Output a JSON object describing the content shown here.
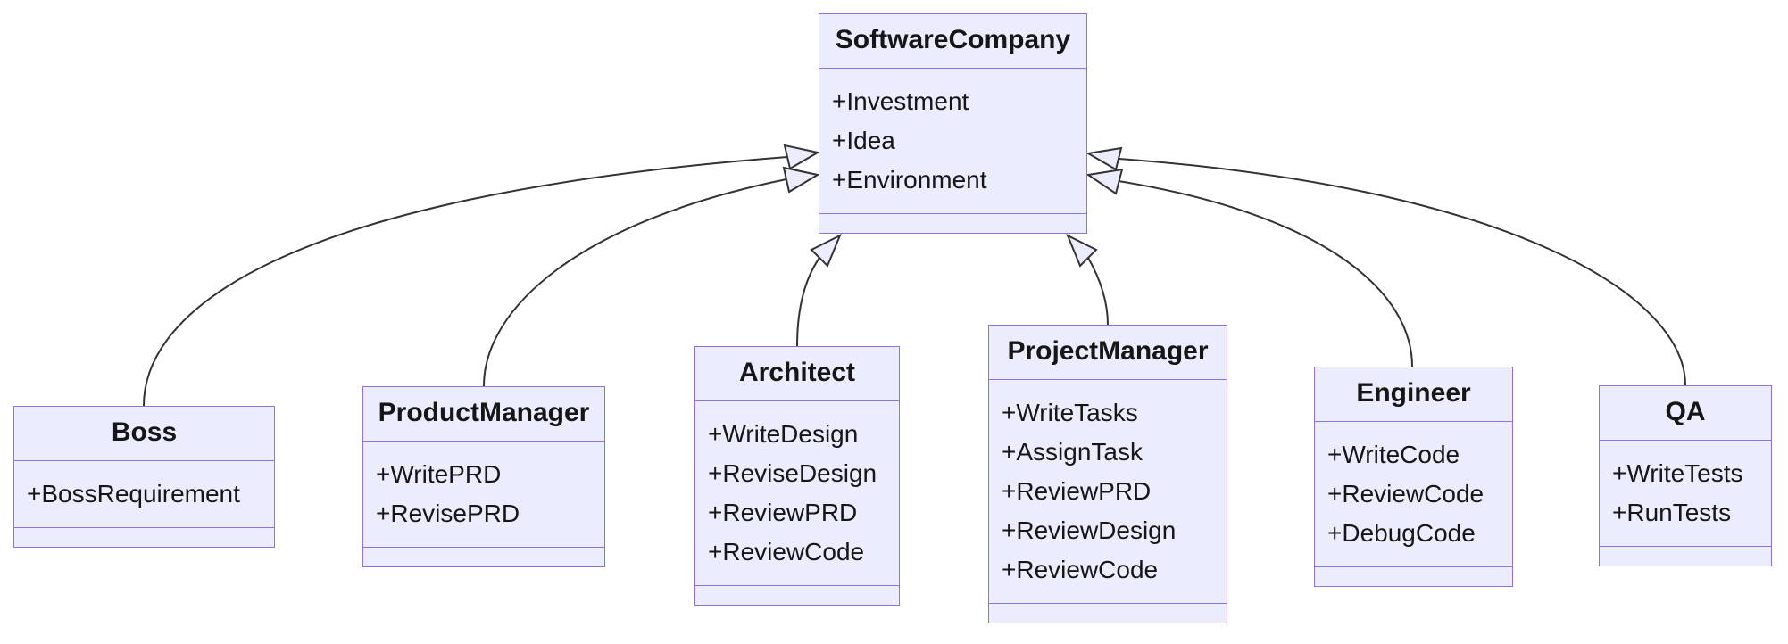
{
  "diagram": {
    "kind": "uml-class-diagram",
    "colors": {
      "class_fill": "#ECECFF",
      "class_border": "#9370DB",
      "edge_line": "#333333",
      "text": "#161616",
      "background": "#ffffff"
    },
    "classes": {
      "software_company": {
        "name": "SoftwareCompany",
        "attributes": [
          "+Investment",
          "+Idea",
          "+Environment"
        ]
      },
      "boss": {
        "name": "Boss",
        "attributes": [
          "+BossRequirement"
        ]
      },
      "product_manager": {
        "name": "ProductManager",
        "attributes": [
          "+WritePRD",
          "+RevisePRD"
        ]
      },
      "architect": {
        "name": "Architect",
        "attributes": [
          "+WriteDesign",
          "+ReviseDesign",
          "+ReviewPRD",
          "+ReviewCode"
        ]
      },
      "project_manager": {
        "name": "ProjectManager",
        "attributes": [
          "+WriteTasks",
          "+AssignTask",
          "+ReviewPRD",
          "+ReviewDesign",
          "+ReviewCode"
        ]
      },
      "engineer": {
        "name": "Engineer",
        "attributes": [
          "+WriteCode",
          "+ReviewCode",
          "+DebugCode"
        ]
      },
      "qa": {
        "name": "QA",
        "attributes": [
          "+WriteTests",
          "+RunTests"
        ]
      }
    },
    "relationships": [
      {
        "from": "Boss",
        "to": "SoftwareCompany",
        "type": "inheritance"
      },
      {
        "from": "ProductManager",
        "to": "SoftwareCompany",
        "type": "inheritance"
      },
      {
        "from": "Architect",
        "to": "SoftwareCompany",
        "type": "inheritance"
      },
      {
        "from": "ProjectManager",
        "to": "SoftwareCompany",
        "type": "inheritance"
      },
      {
        "from": "Engineer",
        "to": "SoftwareCompany",
        "type": "inheritance"
      },
      {
        "from": "QA",
        "to": "SoftwareCompany",
        "type": "inheritance"
      }
    ]
  }
}
